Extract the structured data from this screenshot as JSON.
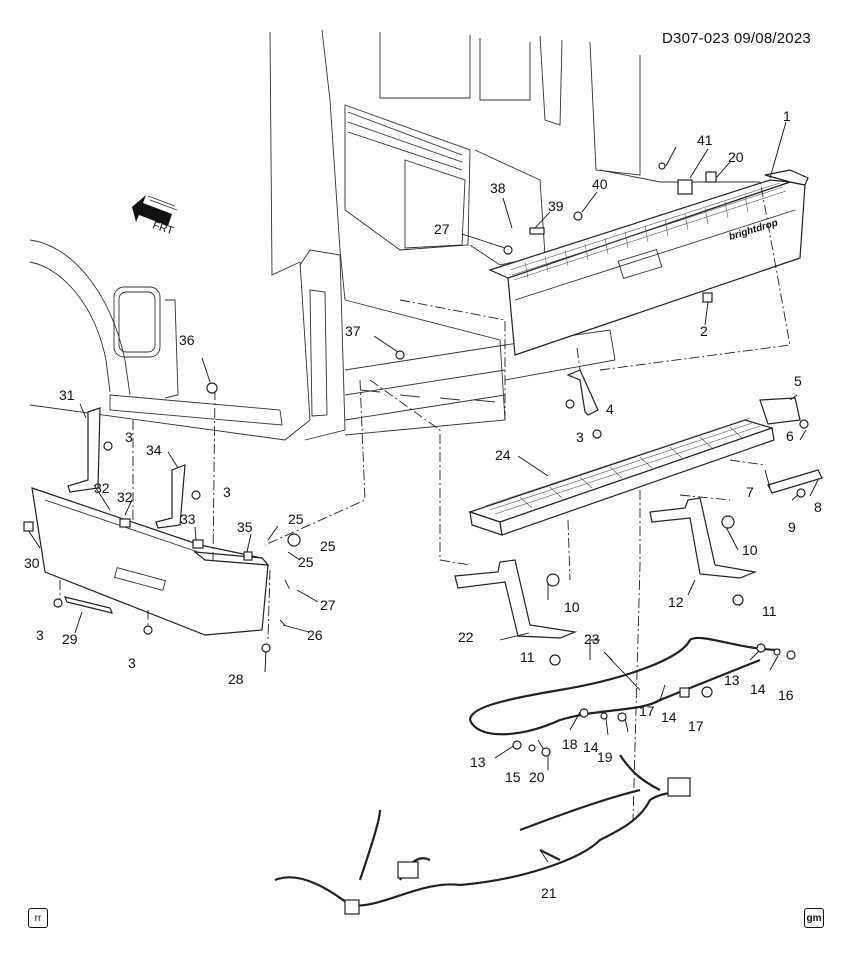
{
  "header": {
    "doc_id": "D307-023  09/08/2023"
  },
  "brand": {
    "logo_text": "brightdrop"
  },
  "direction": {
    "label": "FRT"
  },
  "corner": {
    "left_symbol": "rr",
    "right_symbol": "gm"
  },
  "callouts": [
    {
      "id": "c1",
      "label": "1"
    },
    {
      "id": "c2",
      "label": "2"
    },
    {
      "id": "c3a",
      "label": "3"
    },
    {
      "id": "c3b",
      "label": "3"
    },
    {
      "id": "c3c",
      "label": "3"
    },
    {
      "id": "c3d",
      "label": "3"
    },
    {
      "id": "c3e",
      "label": "3"
    },
    {
      "id": "c4",
      "label": "4"
    },
    {
      "id": "c5",
      "label": "5"
    },
    {
      "id": "c6",
      "label": "6"
    },
    {
      "id": "c7",
      "label": "7"
    },
    {
      "id": "c8",
      "label": "8"
    },
    {
      "id": "c9",
      "label": "9"
    },
    {
      "id": "c10a",
      "label": "10"
    },
    {
      "id": "c10b",
      "label": "10"
    },
    {
      "id": "c11a",
      "label": "11"
    },
    {
      "id": "c11b",
      "label": "11"
    },
    {
      "id": "c12",
      "label": "12"
    },
    {
      "id": "c13a",
      "label": "13"
    },
    {
      "id": "c13b",
      "label": "13"
    },
    {
      "id": "c14a",
      "label": "14"
    },
    {
      "id": "c14b",
      "label": "14"
    },
    {
      "id": "c14c",
      "label": "14"
    },
    {
      "id": "c15",
      "label": "15"
    },
    {
      "id": "c16",
      "label": "16"
    },
    {
      "id": "c17a",
      "label": "17"
    },
    {
      "id": "c17b",
      "label": "17"
    },
    {
      "id": "c18",
      "label": "18"
    },
    {
      "id": "c19",
      "label": "19"
    },
    {
      "id": "c20a",
      "label": "20"
    },
    {
      "id": "c20b",
      "label": "20"
    },
    {
      "id": "c21",
      "label": "21"
    },
    {
      "id": "c22",
      "label": "22"
    },
    {
      "id": "c23",
      "label": "23"
    },
    {
      "id": "c24",
      "label": "24"
    },
    {
      "id": "c25a",
      "label": "25"
    },
    {
      "id": "c25b",
      "label": "25"
    },
    {
      "id": "c25c",
      "label": "25"
    },
    {
      "id": "c26",
      "label": "26"
    },
    {
      "id": "c27a",
      "label": "27"
    },
    {
      "id": "c27b",
      "label": "27"
    },
    {
      "id": "c28",
      "label": "28"
    },
    {
      "id": "c29",
      "label": "29"
    },
    {
      "id": "c30",
      "label": "30"
    },
    {
      "id": "c31",
      "label": "31"
    },
    {
      "id": "c32a",
      "label": "32"
    },
    {
      "id": "c32b",
      "label": "32"
    },
    {
      "id": "c33",
      "label": "33"
    },
    {
      "id": "c34",
      "label": "34"
    },
    {
      "id": "c35",
      "label": "35"
    },
    {
      "id": "c36",
      "label": "36"
    },
    {
      "id": "c37",
      "label": "37"
    },
    {
      "id": "c38",
      "label": "38"
    },
    {
      "id": "c39",
      "label": "39"
    },
    {
      "id": "c40",
      "label": "40"
    },
    {
      "id": "c41",
      "label": "41"
    }
  ]
}
